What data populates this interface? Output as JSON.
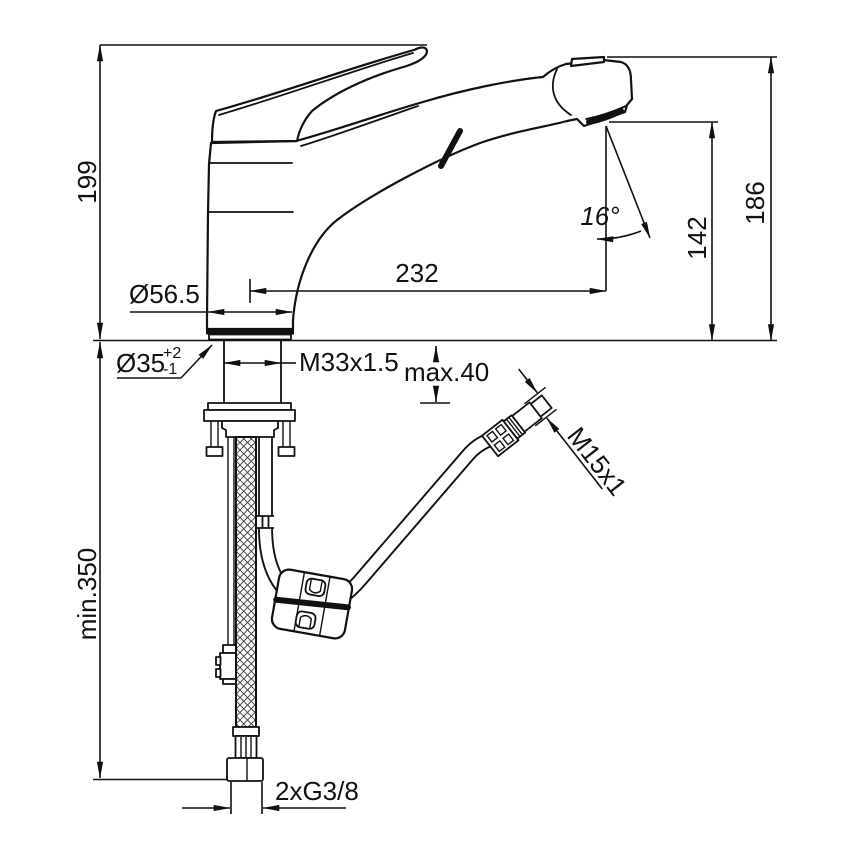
{
  "drawing": {
    "type": "technical dimension drawing",
    "subject": "single-lever kitchen mixer tap with pull-out spray, front view with installation dimensions",
    "line_color": "#111111",
    "background": "#ffffff"
  },
  "labels": {
    "height_spout": "199",
    "min_hose_length": "min.350",
    "height_total": "186",
    "height_outlet": "142",
    "reach": "232",
    "base_diameter": "Ø56.5",
    "hole_diameter": "Ø35",
    "hole_tol_plus": "+2",
    "hole_tol_minus": "-1",
    "shank_thread": "M33x1.5",
    "max_deck": "max.40",
    "outlet_angle": "16°",
    "hose_thread": "M15x1",
    "supply_conn": "2xG3/8"
  }
}
